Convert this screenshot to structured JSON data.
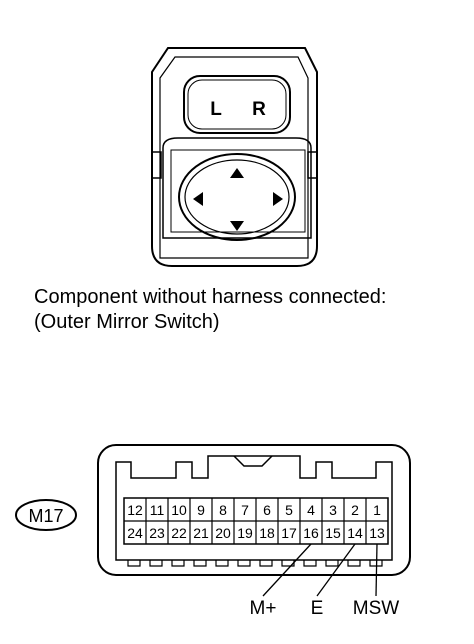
{
  "switch": {
    "left_label": "L",
    "right_label": "R"
  },
  "caption": {
    "line1": "Component without harness connected:",
    "line2": "(Outer Mirror Switch)"
  },
  "connector": {
    "id": "M17",
    "top_row": [
      "12",
      "11",
      "10",
      "9",
      "8",
      "7",
      "6",
      "5",
      "4",
      "3",
      "2",
      "1"
    ],
    "bottom_row": [
      "24",
      "23",
      "22",
      "21",
      "20",
      "19",
      "18",
      "17",
      "16",
      "15",
      "14",
      "13"
    ],
    "terminals": [
      {
        "label": "M+",
        "pin": "16"
      },
      {
        "label": "E",
        "pin": "14"
      },
      {
        "label": "MSW",
        "pin": "13"
      }
    ]
  }
}
